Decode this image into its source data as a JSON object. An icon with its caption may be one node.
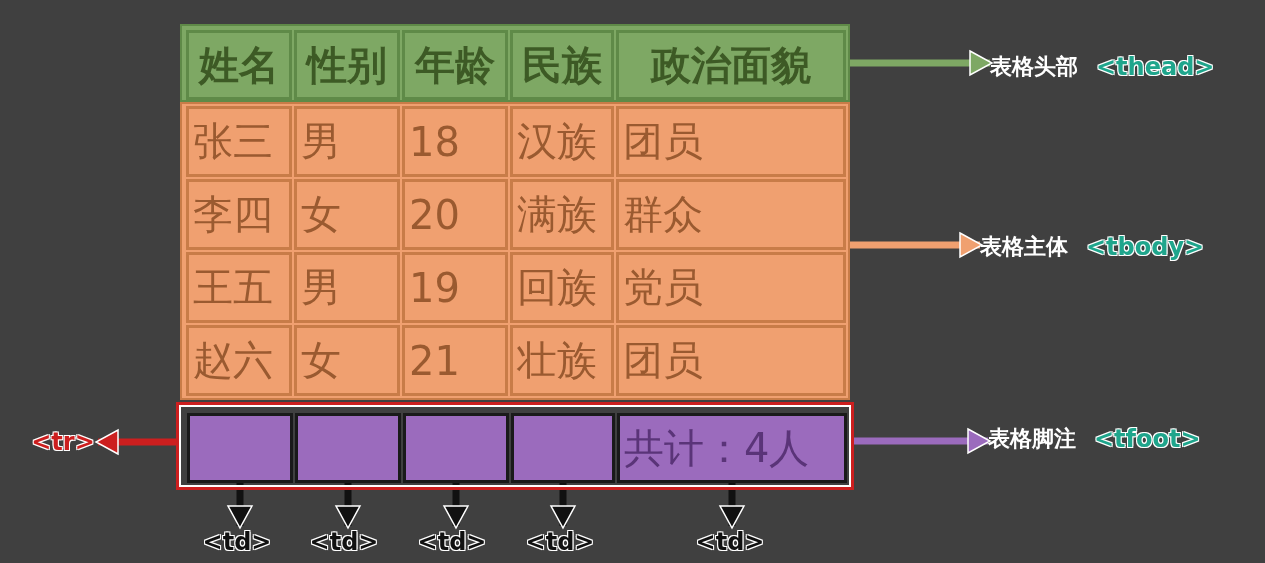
{
  "diagram": {
    "nodes": [
      {
        "text": [],
        "shape": "box"
      },
      {
        "text": [
          "姓名"
        ],
        "in": 0
      },
      {
        "text": [
          "性别"
        ],
        "in": 0
      },
      {
        "text": [
          "年龄"
        ],
        "in": 0
      },
      {
        "text": [
          "民族"
        ],
        "in": 0
      },
      {
        "text": [
          "政治面貌"
        ],
        "in": 0
      },
      {
        "text": [],
        "shape": "box"
      },
      {
        "text": [
          "张三"
        ],
        "in": 6
      },
      {
        "text": [
          "男"
        ],
        "in": 6
      },
      {
        "text": [
          "18"
        ],
        "in": 6
      },
      {
        "text": [
          "汉族"
        ],
        "in": 6
      },
      {
        "text": [
          "团员"
        ],
        "in": 6
      },
      {
        "text": [
          "李四"
        ],
        "in": 6
      },
      {
        "text": [
          "女"
        ],
        "in": 6
      },
      {
        "text": [
          "20"
        ],
        "in": 6
      },
      {
        "text": [
          "满族"
        ],
        "in": 6
      },
      {
        "text": [
          "群众"
        ],
        "in": 6
      },
      {
        "text": [
          "王五"
        ],
        "in": 6
      },
      {
        "text": [
          "男"
        ],
        "in": 6
      },
      {
        "text": [
          "19"
        ],
        "in": 6
      },
      {
        "text": [
          "回族"
        ],
        "in": 6
      },
      {
        "text": [
          "党员"
        ],
        "in": 6
      },
      {
        "text": [
          "赵六"
        ],
        "in": 6
      },
      {
        "text": [
          "女"
        ],
        "in": 6
      },
      {
        "text": [
          "21"
        ],
        "in": 6
      },
      {
        "text": [
          "壮族"
        ],
        "in": 6
      },
      {
        "text": [
          "团员"
        ],
        "in": 6
      },
      {
        "text": [],
        "shape": "box"
      },
      {
        "text": [],
        "shape": "box",
        "in": 27
      },
      {
        "text": [],
        "shape": "box",
        "in": 27
      },
      {
        "text": [],
        "shape": "box",
        "in": 27
      },
      {
        "text": [],
        "shape": "box",
        "in": 27
      },
      {
        "text": [
          "共计：4人"
        ],
        "in": 27
      },
      {
        "text": [
          "表格头部",
          "<thead>"
        ]
      },
      {
        "text": [
          "表格主体",
          "<tbody>"
        ]
      },
      {
        "text": [
          "表格脚注",
          "<tfoot>"
        ]
      },
      {
        "text": [
          "<tr>"
        ]
      },
      {
        "text": [
          "<td>"
        ]
      },
      {
        "text": [
          "<td>"
        ]
      },
      {
        "text": [
          "<td>"
        ]
      },
      {
        "text": [
          "<td>"
        ]
      },
      {
        "text": [
          "<td>"
        ]
      }
    ],
    "edges": [
      {
        "from": 0,
        "to": 33,
        "arrow": "to",
        "color": "#7ea864"
      },
      {
        "from": 6,
        "to": 34,
        "arrow": "to",
        "color": "#f0a070"
      },
      {
        "from": 27,
        "to": 35,
        "arrow": "to",
        "color": "#9b6bbd"
      },
      {
        "from": 27,
        "to": 36,
        "arrow": "to",
        "color": "#cc1f1f"
      },
      {
        "from": 28,
        "to": 37,
        "arrow": "to"
      },
      {
        "from": 29,
        "to": 38,
        "arrow": "to"
      },
      {
        "from": 30,
        "to": 39,
        "arrow": "to"
      },
      {
        "from": 31,
        "to": 40,
        "arrow": "to"
      },
      {
        "from": 32,
        "to": 41,
        "arrow": "to"
      }
    ]
  }
}
